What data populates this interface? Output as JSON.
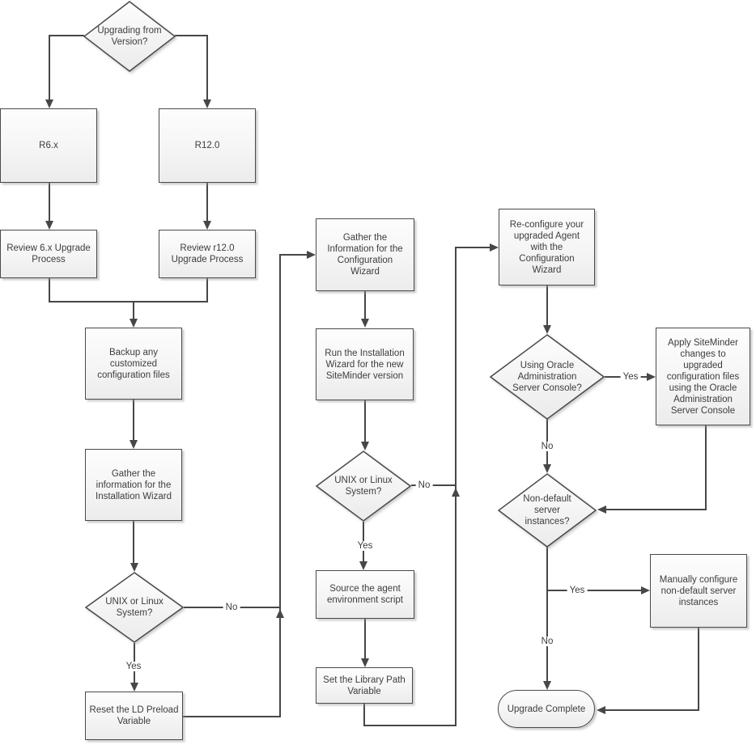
{
  "edge_labels": {
    "yes": "Yes",
    "no": "No"
  },
  "nodes": {
    "upgrading_from_version": "Upgrading from\nVersion?",
    "r6x": "R6.x",
    "r120": "R12.0",
    "review_6x": "Review 6.x Upgrade\nProcess",
    "review_r120": "Review r12.0\nUpgrade Process",
    "backup": "Backup any\ncustomized\nconfiguration files",
    "gather_install": "Gather the\ninformation for the\nInstallation Wizard",
    "unix_left": "UNIX or Linux\nSystem?",
    "reset_ld": "Reset the LD Preload\nVariable",
    "gather_config": "Gather the\nInformation for the\nConfiguration\nWizard",
    "run_install": "Run the Installation\nWizard for the new\nSiteMinder version",
    "unix_mid": "UNIX or Linux\nSystem?",
    "source_agent": "Source the agent\nenvironment script",
    "set_library": "Set the Library Path\nVariable",
    "reconfigure": "Re-configure your\nupgraded Agent\nwith the\nConfiguration\nWizard",
    "using_oracle": "Using Oracle\nAdministration\nServer Console?",
    "apply_siteminder": "Apply SiteMinder\nchanges to\nupgraded\nconfiguration files\nusing the Oracle\nAdministration\nServer Console",
    "non_default": "Non-default\nserver\ninstances?",
    "manual_config": "Manually configure\nnon-default server\ninstances",
    "upgrade_complete": "Upgrade Complete"
  }
}
